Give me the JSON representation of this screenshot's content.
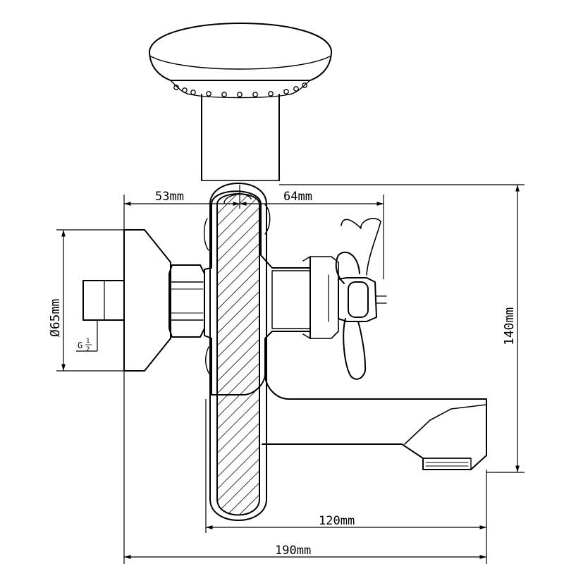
{
  "dimensions": {
    "left_top": "53mm",
    "right_top": "64mm",
    "height_right": "140mm",
    "diameter_left": "Ø65mm",
    "bottom_inner": "120mm",
    "bottom_outer": "190mm"
  },
  "thread": {
    "label": "G",
    "fraction_num": "1",
    "fraction_den": "2"
  },
  "colors": {
    "line": "#000000",
    "background": "#ffffff"
  }
}
